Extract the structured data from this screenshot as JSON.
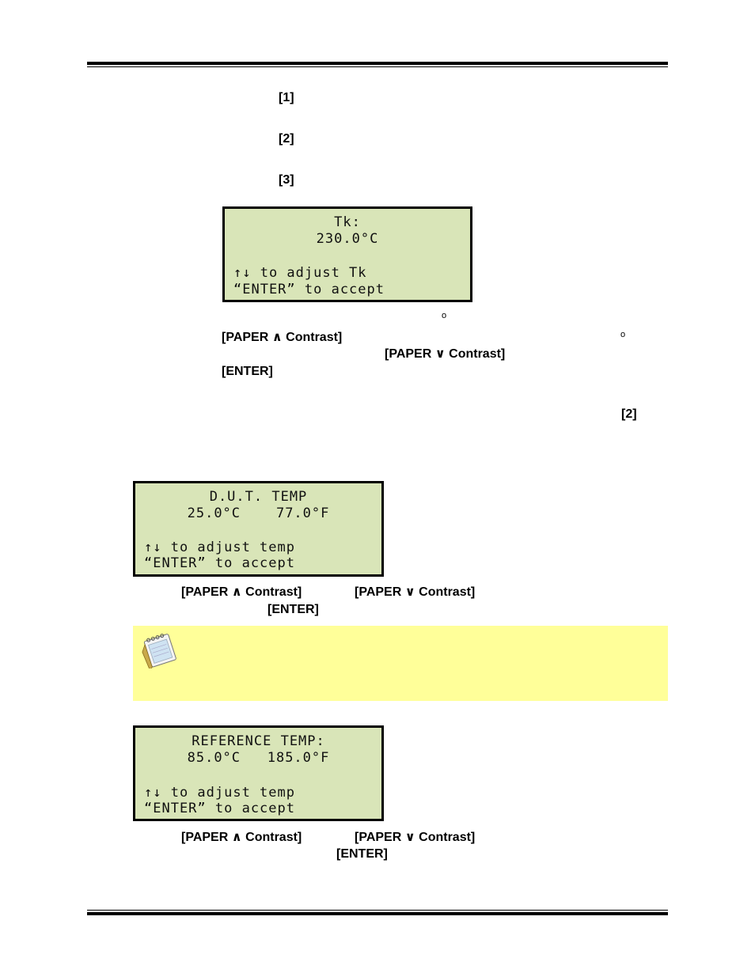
{
  "step_labels": [
    "[1]",
    "[2]",
    "[3]"
  ],
  "tk_display": {
    "line1": "Tk:",
    "line2": "230.0°C",
    "line3": "↑↓ to adjust Tk",
    "line4": "“ENTER” to accept"
  },
  "tk_instructions": {
    "paper_up": "[PAPER ∧ Contrast]",
    "paper_down": "[PAPER ∨ Contrast]",
    "enter": "[ENTER]",
    "degree_mark": "o"
  },
  "step2_label": "[2]",
  "dut_display": {
    "line1": "D.U.T. TEMP",
    "line2": "25.0°C    77.0°F",
    "line3": "↑↓ to adjust temp",
    "line4": "“ENTER” to accept"
  },
  "dut_instructions": {
    "paper_up": "[PAPER ∧ Contrast]",
    "paper_down": "[PAPER ∨ Contrast]",
    "enter": "[ENTER]"
  },
  "ref_display": {
    "line1": "REFERENCE TEMP:",
    "line2": "85.0°C   185.0°F",
    "line3": "↑↓ to adjust temp",
    "line4": "“ENTER” to accept"
  },
  "ref_instructions": {
    "paper_up": "[PAPER ∧ Contrast]",
    "paper_down": "[PAPER ∨ Contrast]",
    "enter": "[ENTER]"
  },
  "colors": {
    "lcd_background": "#d9e5b8",
    "note_background": "#ffff99"
  }
}
